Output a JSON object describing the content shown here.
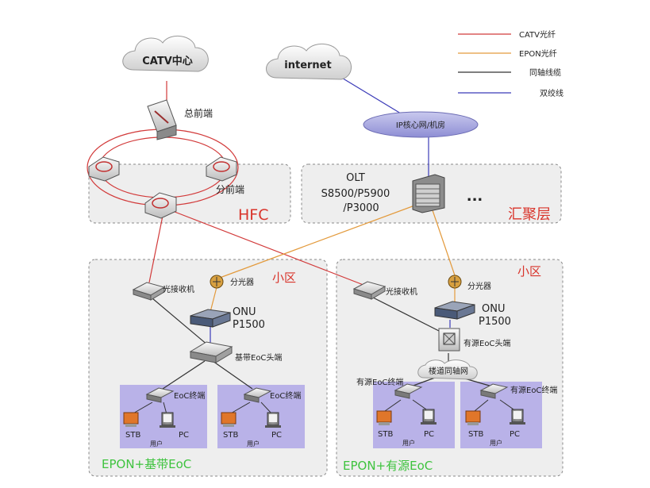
{
  "legend": {
    "catv_fiber": "CATV光纤",
    "epon_fiber": "EPON光纤",
    "coax": "同轴线缆",
    "twisted_pair": "双绞线",
    "colors": {
      "catv": "#d23a3a",
      "epon": "#e39a3c",
      "coax": "#333333",
      "twisted": "#3b3bb8"
    }
  },
  "clouds": {
    "catv_center": "CATV中心",
    "internet": "internet"
  },
  "core": {
    "ip_core": "IP核心网/机房"
  },
  "hfc": {
    "head_end": "总前端",
    "sub_head_end": "分前端",
    "zone_label": "HFC"
  },
  "aggregation": {
    "olt_l1": "OLT",
    "olt_l2": "S8500/P5900",
    "olt_l3": "/P3000",
    "dots": "...",
    "zone_label": "汇聚层"
  },
  "left_area": {
    "zone_label": "小区",
    "optical_receiver": "光接收机",
    "splitter": "分光器",
    "onu_l1": "ONU",
    "onu_l2": "P1500",
    "eoc_head": "基带EoC头端",
    "user_left": {
      "eoc_terminal": "EoC终端",
      "stb": "STB",
      "pc": "PC",
      "user": "用户"
    },
    "user_right": {
      "eoc_terminal": "EoC终端",
      "stb": "STB",
      "pc": "PC",
      "user": "用户"
    },
    "title": "EPON+基带EoC"
  },
  "right_area": {
    "zone_label": "小区",
    "optical_receiver": "光接收机",
    "splitter": "分光器",
    "onu_l1": "ONU",
    "onu_l2": "P1500",
    "eoc_head": "有源EoC头端",
    "coax_net": "楼道同轴网",
    "user_left": {
      "eoc_terminal": "有源EoC终端",
      "stb": "STB",
      "pc": "PC",
      "user": "用户"
    },
    "user_right": {
      "eoc_terminal": "有源EoC终端",
      "stb": "STB",
      "pc": "PC",
      "user": "用户"
    },
    "title": "EPON+有源EoC"
  }
}
